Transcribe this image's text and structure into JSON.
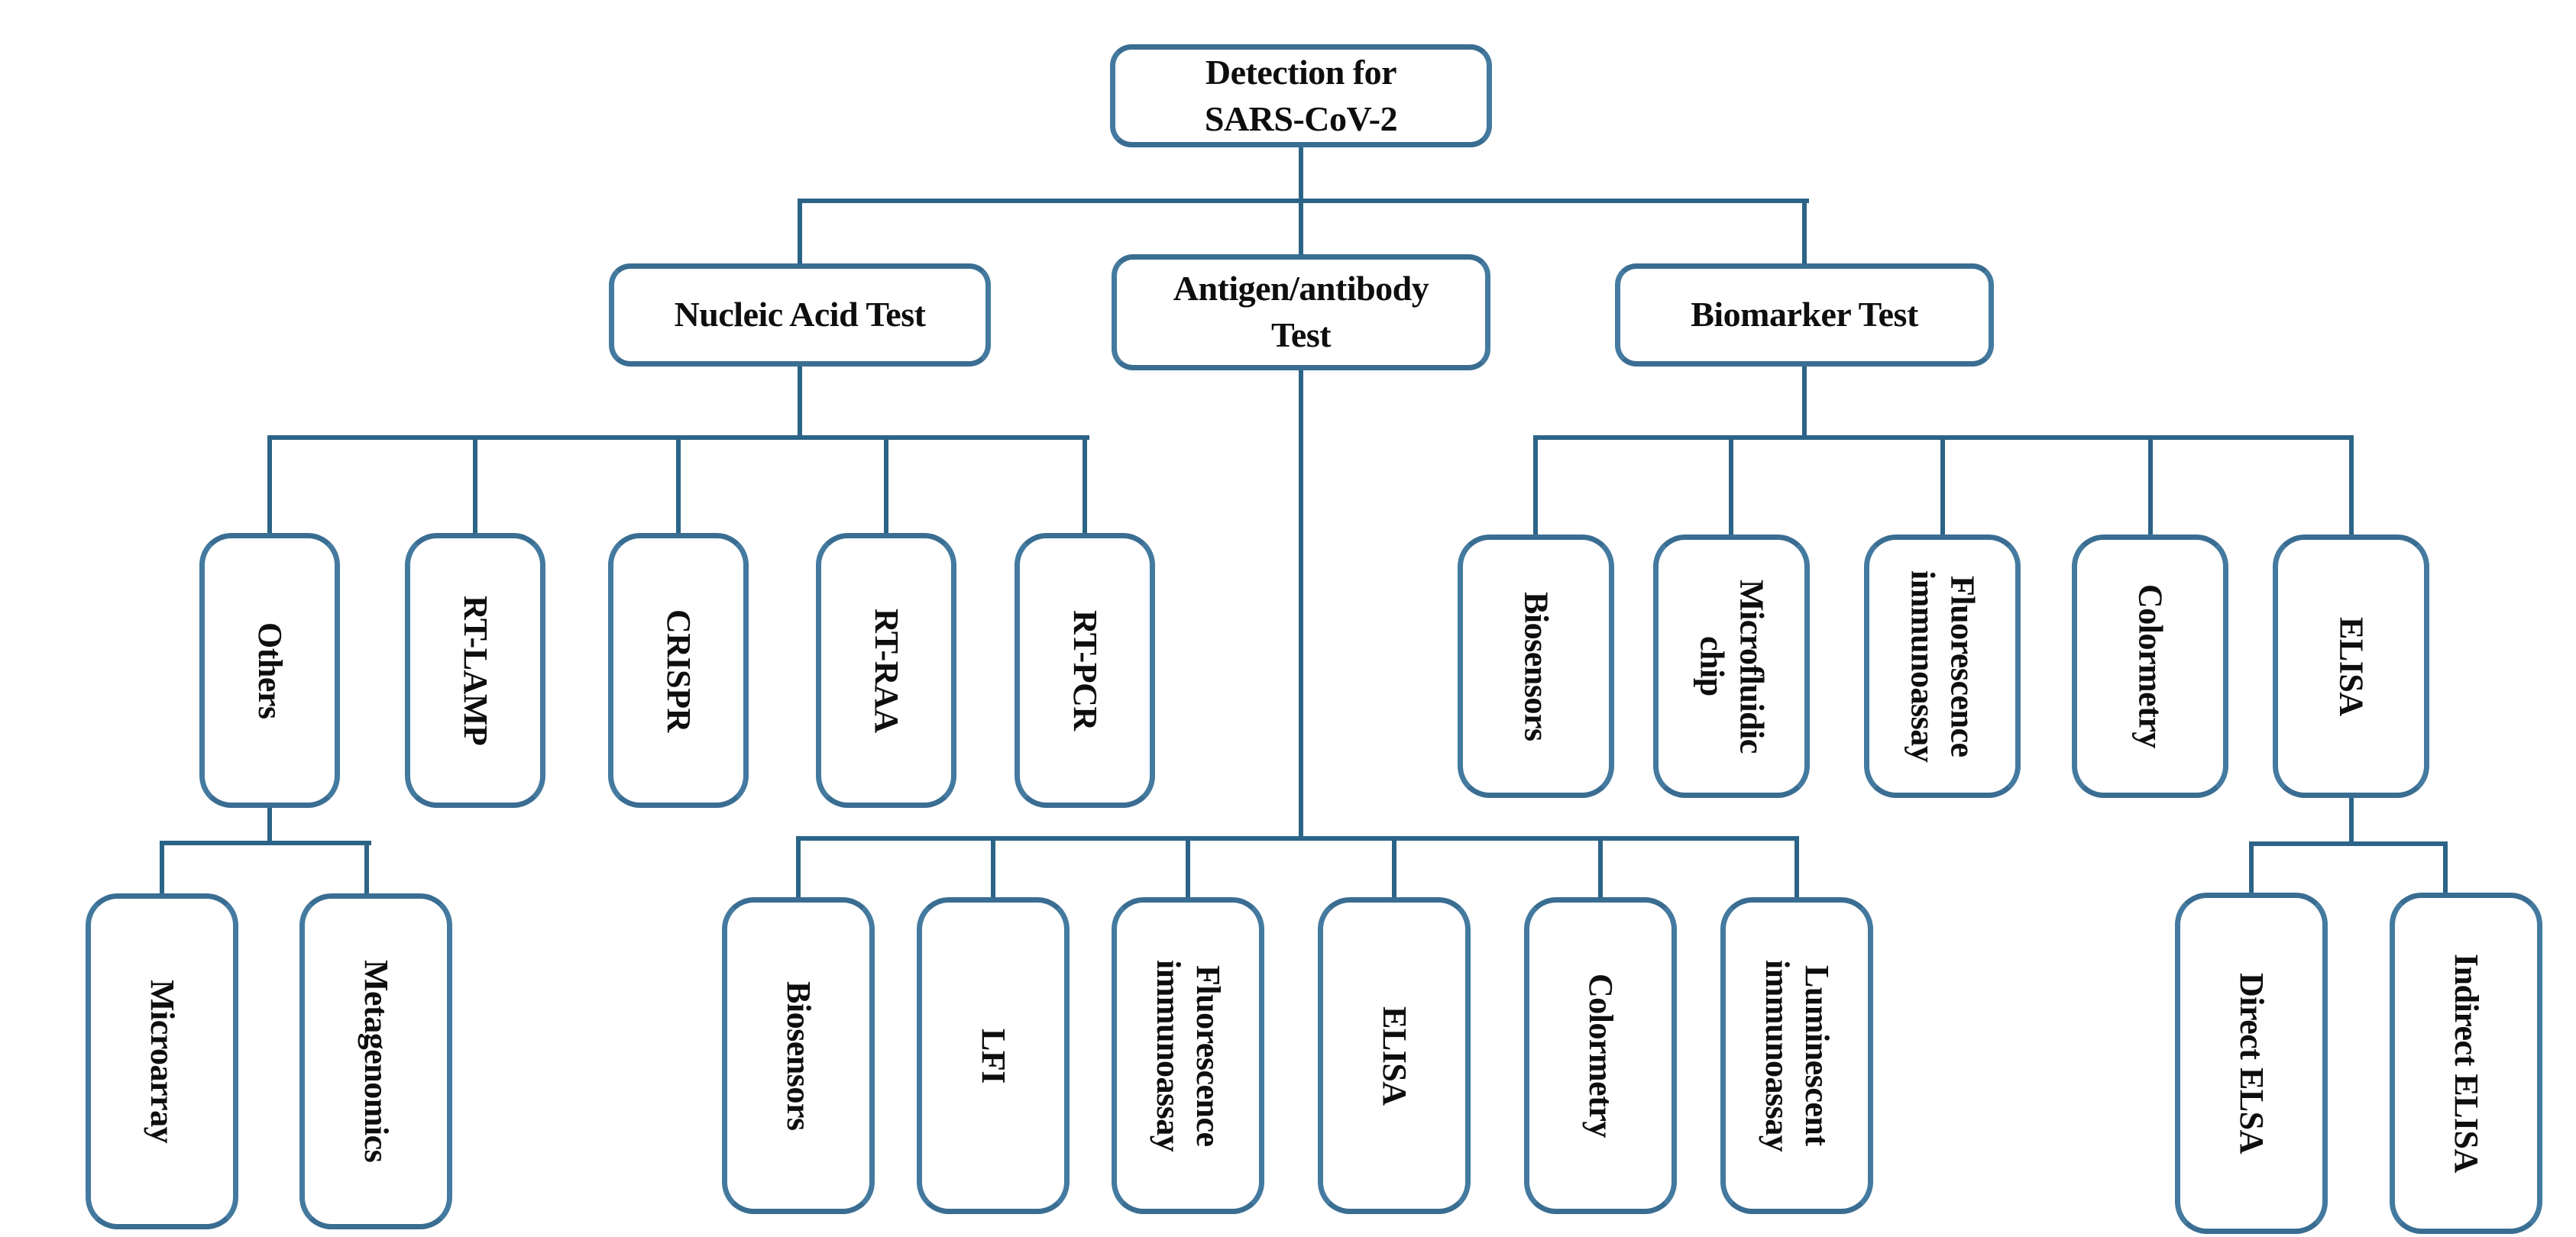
{
  "figure": {
    "type": "flowchart",
    "title": "Detection for SARS-CoV-2"
  },
  "colors": {
    "line": "#2c6487",
    "box_border": "#447a9f",
    "text": "#0e0e0e",
    "background": "#ffffff"
  },
  "nodes": {
    "root": {
      "label": "Detection for SARS-CoV-2",
      "lines": [
        "Detection for",
        "SARS-CoV-2"
      ],
      "children": [
        "nat",
        "ab",
        "bio"
      ]
    },
    "nat": {
      "label": "Nucleic Acid Test",
      "lines": [
        "Nucleic Acid Test"
      ],
      "children": [
        "others",
        "rtlamp",
        "crispr",
        "rtraa",
        "rtpcr"
      ]
    },
    "ab": {
      "label": "Antigen/antibody Test",
      "lines": [
        "Antigen/antibody",
        "Test"
      ],
      "children": [
        "ab_biosensors",
        "ab_lfi",
        "ab_fluor",
        "ab_elisa",
        "ab_color",
        "ab_lumin"
      ]
    },
    "bio": {
      "label": "Biomarker Test",
      "lines": [
        "Biomarker Test"
      ],
      "children": [
        "bio_biosensors",
        "bio_chip",
        "bio_fluor",
        "bio_color",
        "bio_elisa"
      ]
    },
    "others": {
      "label": "Others",
      "lines": [
        "Others"
      ],
      "children": [
        "microarray",
        "metagenomics"
      ]
    },
    "rtlamp": {
      "label": "RT-LAMP",
      "lines": [
        "RT-LAMP"
      ],
      "children": []
    },
    "crispr": {
      "label": "CRISPR",
      "lines": [
        "CRISPR"
      ],
      "children": []
    },
    "rtraa": {
      "label": "RT-RAA",
      "lines": [
        "RT-RAA"
      ],
      "children": []
    },
    "rtpcr": {
      "label": "RT-PCR",
      "lines": [
        "RT-PCR"
      ],
      "children": []
    },
    "microarray": {
      "label": "Microarray",
      "lines": [
        "Microarray"
      ],
      "children": []
    },
    "metagenomics": {
      "label": "Metagenomics",
      "lines": [
        "Metagenomics"
      ],
      "children": []
    },
    "ab_biosensors": {
      "label": "Biosensors",
      "lines": [
        "Biosensors"
      ],
      "children": []
    },
    "ab_lfi": {
      "label": "LFI",
      "lines": [
        "LFI"
      ],
      "children": []
    },
    "ab_fluor": {
      "label": "Fluorescence immunoassay",
      "lines": [
        "Fluorescence",
        "immunoassay"
      ],
      "children": []
    },
    "ab_elisa": {
      "label": "ELISA",
      "lines": [
        "ELISA"
      ],
      "children": []
    },
    "ab_color": {
      "label": "Colormetry",
      "lines": [
        "Colormetry"
      ],
      "children": []
    },
    "ab_lumin": {
      "label": "Luminescent immunoassay",
      "lines": [
        "Luminescent",
        "immunoassay"
      ],
      "children": []
    },
    "bio_biosensors": {
      "label": "Biosensors",
      "lines": [
        "Biosensors"
      ],
      "children": []
    },
    "bio_chip": {
      "label": "Microfluidic chip",
      "lines": [
        "Microfluidic",
        "chip"
      ],
      "children": []
    },
    "bio_fluor": {
      "label": "Fluorescence immunoassay",
      "lines": [
        "Fluorescence",
        "immunoassay"
      ],
      "children": []
    },
    "bio_color": {
      "label": "Colormetry",
      "lines": [
        "Colormetry"
      ],
      "children": []
    },
    "bio_elisa": {
      "label": "ELISA",
      "lines": [
        "ELISA"
      ],
      "children": [
        "direct",
        "indirect"
      ]
    },
    "direct": {
      "label": "Direct ELSA",
      "lines": [
        "Direct ELSA"
      ],
      "children": []
    },
    "indirect": {
      "label": "Indirect ELISA",
      "lines": [
        "Indirect ELISA"
      ],
      "children": []
    }
  }
}
